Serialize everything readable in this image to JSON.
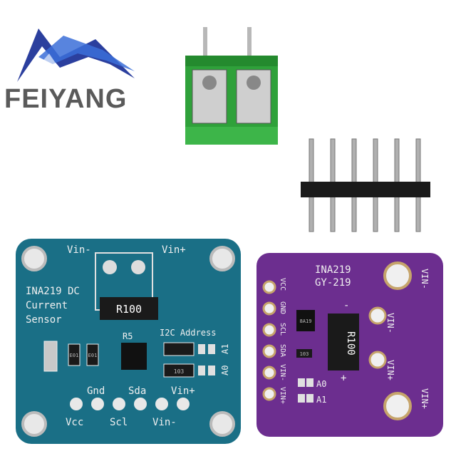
{
  "brand": {
    "name": "FEIYANG",
    "logo_colors": {
      "dark_blue": "#2b3f9e",
      "light_blue": "#3b6fd8",
      "text_gray": "#5a5a5a"
    }
  },
  "components": {
    "terminal_block": {
      "color": "#2fa13a"
    },
    "pin_header": {
      "pin_count": 6
    }
  },
  "blue_board": {
    "color": "#1a6f86",
    "labels": {
      "vin_minus_top": "Vin-",
      "vin_plus_top": "Vin+",
      "title_line1": "INA219 DC",
      "title_line2": "Current",
      "title_line3": "Sensor",
      "resistor": "R100",
      "r5": "R5",
      "i2c": "I2C Address",
      "a1": "A1",
      "a0": "A0",
      "gnd": "Gnd",
      "sda": "Sda",
      "vin_plus_bottom": "Vin+",
      "vcc": "Vcc",
      "scl": "Scl",
      "vin_minus_bottom": "Vin-",
      "smd_1": "E01",
      "smd_2": "E01",
      "smd_3": "103"
    }
  },
  "purple_board": {
    "color": "#6c2e8f",
    "labels": {
      "title_line1": "INA219",
      "title_line2": "GY-219",
      "pins": [
        "VCC",
        "GND",
        "SCL",
        "SDA",
        "VIN-",
        "VIN+"
      ],
      "vin_minus_right": "VIN-",
      "vin_minus_mid": "VIN-",
      "vin_plus_mid": "VIN+",
      "vin_plus_right": "VIN+",
      "resistor": "R100",
      "chip_code": "8A19",
      "smd": "103",
      "a0": "A0",
      "a1": "A1",
      "minus": "-",
      "plus": "+"
    }
  }
}
